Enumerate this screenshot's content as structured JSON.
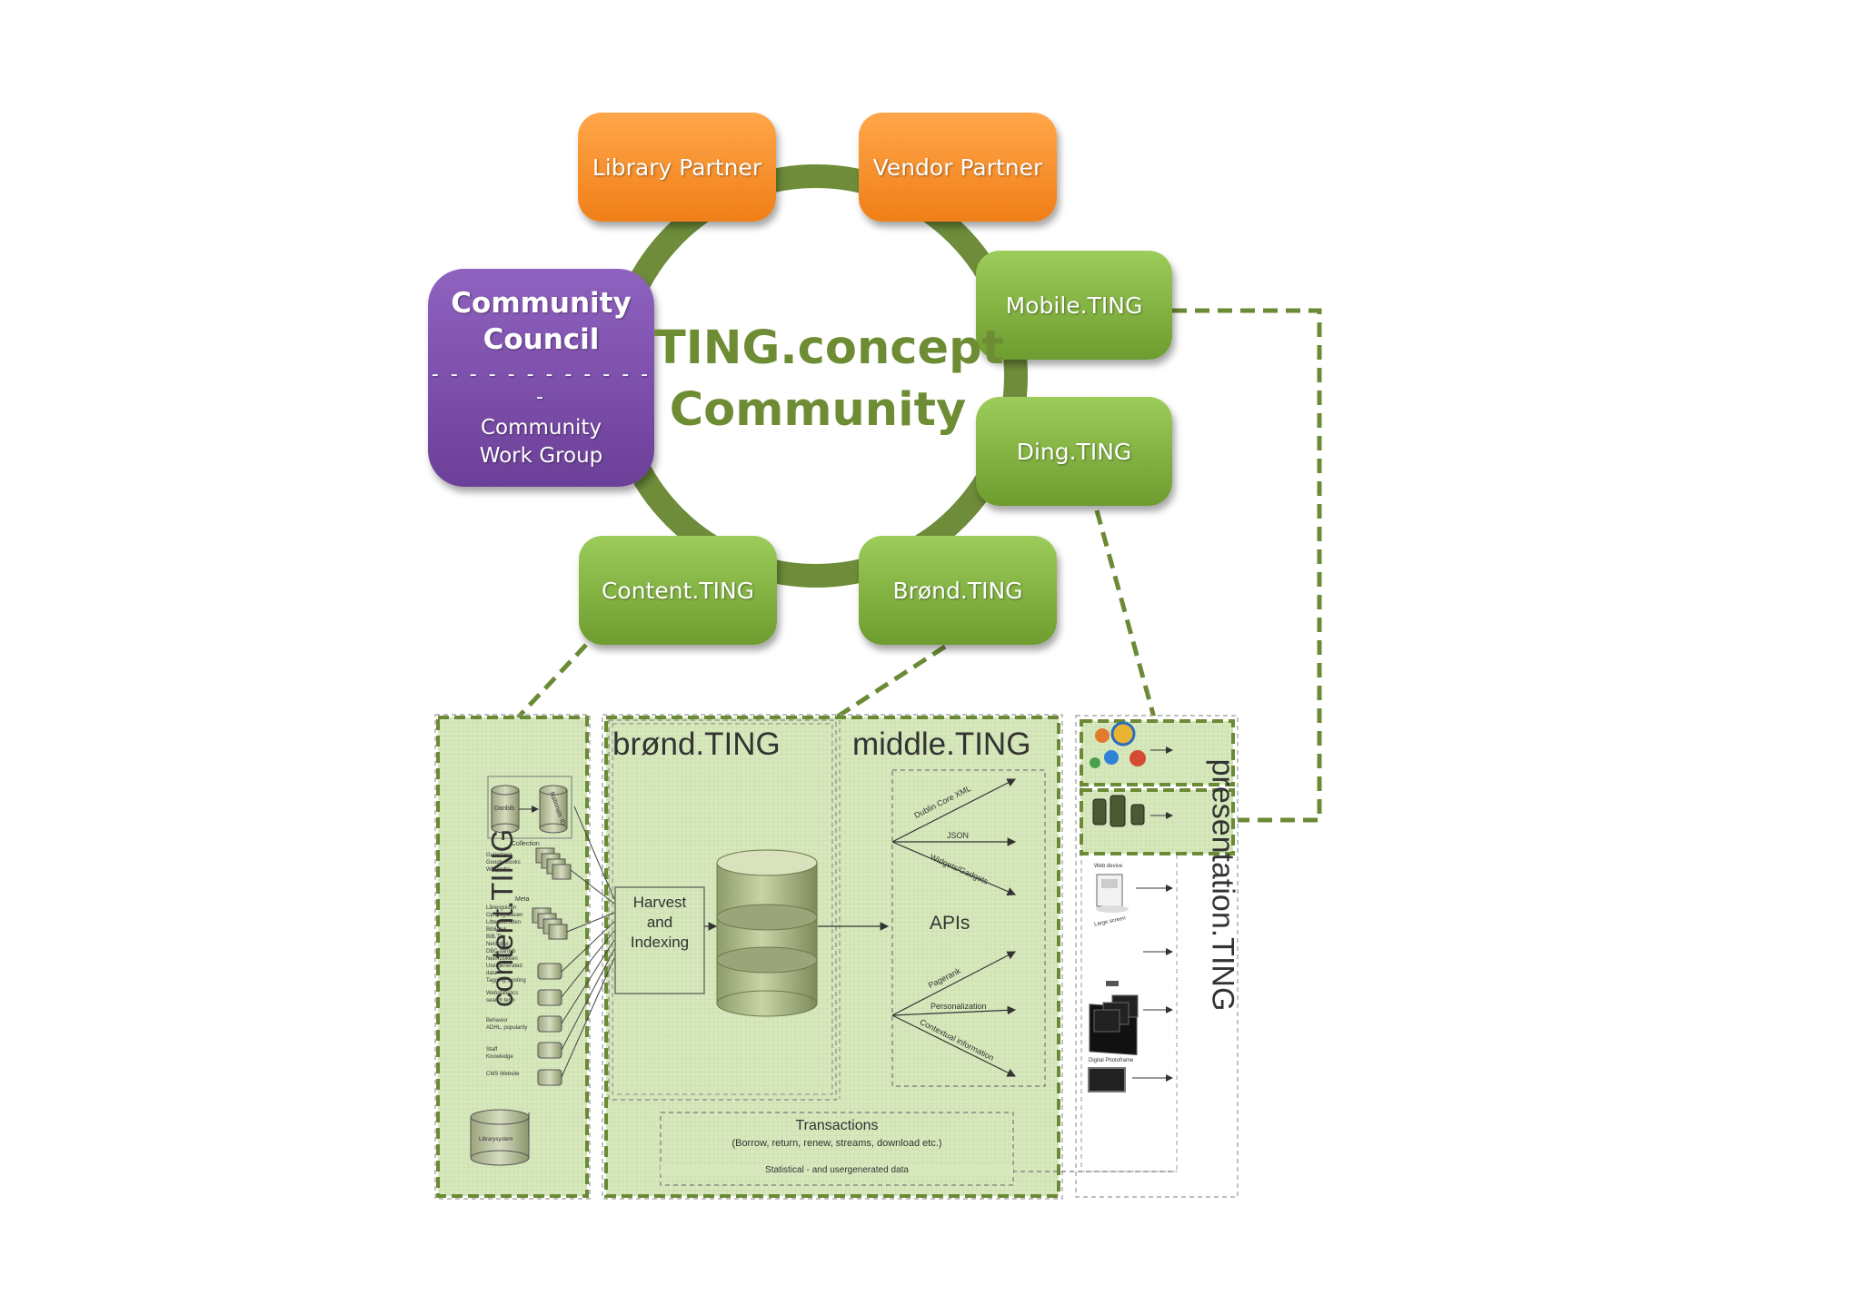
{
  "community": {
    "center_title_line1": "TING.concept",
    "center_title_line2": "Community",
    "council_title_line1": "Community",
    "council_title_line2": "Council",
    "council_separator": "- - - - - - - - - - - - -",
    "council_sub_line1": "Community",
    "council_sub_line2": "Work Group"
  },
  "nodes": {
    "library_partner": "Library Partner",
    "vendor_partner": "Vendor Partner",
    "mobile_ting": "Mobile.TING",
    "ding_ting": "Ding.TING",
    "content_ting": "Content.TING",
    "brond_ting": "Brønd.TING"
  },
  "panels": {
    "content_title": "content.TING",
    "brond_title": "brønd.TING",
    "middle_title": "middle.TING",
    "presentation_title": "presentation.TING"
  },
  "content_panel": {
    "db_left": "Danbib",
    "db_right": "Nationale ID",
    "collection": "Collection",
    "collection_sources": [
      "Gutenberg",
      "Google Books",
      "Wikipedia"
    ],
    "meta": "Meta",
    "meta_sources": [
      "Lånerguiden",
      "Ophvogsbasen",
      "Litteratursiden",
      "Bibliotek",
      "BIB.TK",
      "Netspiller",
      "DBC danbib",
      "Netmusikken"
    ],
    "usergenerated": [
      "Usergenerated",
      "data",
      "Tagging, posting"
    ],
    "webstatistics": [
      "Webstatistics",
      "search term"
    ],
    "behavior": [
      "Behavior",
      "ADHL, popularity"
    ],
    "staff": [
      "Staff",
      "Knowledge"
    ],
    "cms": "CMS Website",
    "librarysystem": "Librarysystem"
  },
  "brond_panel": {
    "harvest_line1": "Harvest",
    "harvest_line2": "and",
    "harvest_line3": "Indexing"
  },
  "middle_panel": {
    "apis": "APIs",
    "api_arrows": [
      "Dublin Core XML",
      "JSON",
      "Widgets/Gadgets",
      "Pagerank",
      "Personalization",
      "Contextual information"
    ]
  },
  "transactions": {
    "title": "Transactions",
    "detail": "(Borrow, return, renew, streams, download etc.)",
    "statistical": "Statistical - and usergenerated data"
  },
  "presentation_panel": {
    "web_device": "Web device",
    "large_screen": "Large screen",
    "digital_photoframe": "Digital Photoframe"
  },
  "colors": {
    "orange": "#f28a22",
    "green": "#7fae3d",
    "purple": "#7b4fae",
    "ring": "#6e8c3a",
    "title_green": "#6d8c33",
    "panel_fill": "#d6e8b8",
    "dash_green": "#6b8a35"
  }
}
